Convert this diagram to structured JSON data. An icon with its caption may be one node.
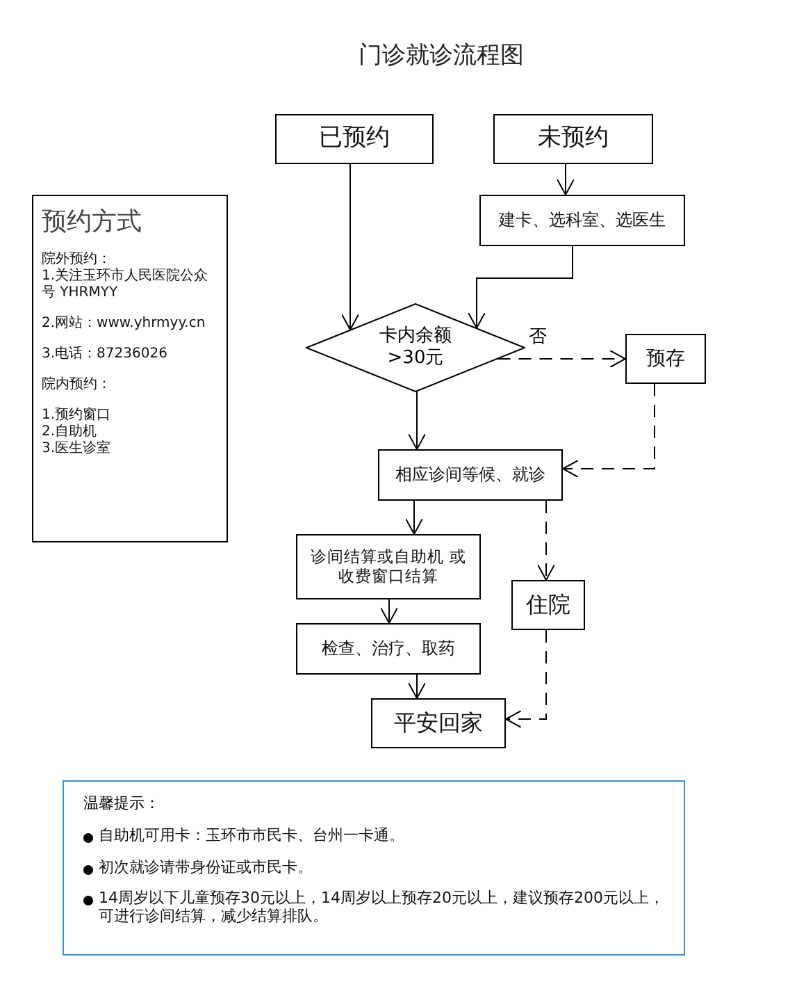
{
  "diagram": {
    "title": "门诊就诊流程图",
    "nodes": [
      {
        "text": [
          "已预约"
        ]
      },
      {
        "text": [
          "未预约"
        ]
      },
      {
        "text": [
          "建卡、选科室、选医生"
        ]
      },
      {
        "text": [
          "卡内余额 >30元"
        ]
      },
      {
        "text": [
          "预存"
        ]
      },
      {
        "text": [
          "相应诊间等候、就诊"
        ]
      },
      {
        "text": [
          "诊间结算或自助机 或收费窗口结算"
        ]
      },
      {
        "text": [
          "检查、治疗、取药"
        ]
      },
      {
        "text": [
          "住院"
        ]
      },
      {
        "text": [
          "平安回家"
        ]
      },
      {
        "text": [
          "预约方式",
          "院外预约：",
          "1.关注玉环市人民医院公众号 YHRMYY",
          "2.网站：www.yhrmyy.cn",
          "3.电话：87236026",
          "院内预约：",
          "1.预约窗口",
          "2.自助机",
          "3.医生诊室"
        ]
      },
      {
        "text": [
          "温馨提示：",
          "自助机可用卡：玉环市市民卡、台州一卡通。",
          "初次就诊请带身份证或市民卡。",
          "14周岁以下儿童预存30元以上，14周岁以上预存20元以上，建议预存200元以上，可进行诊间结算，减少结算排队。"
        ]
      }
    ],
    "edges": [
      {
        "from": 0,
        "to": 3,
        "arrow": "to"
      },
      {
        "from": 1,
        "to": 2,
        "arrow": "to"
      },
      {
        "from": 2,
        "to": 3,
        "arrow": "to"
      },
      {
        "from": 3,
        "to": 4,
        "arrow": "to",
        "style": "dashed",
        "label": "否"
      },
      {
        "from": 4,
        "to": 5,
        "arrow": "to",
        "style": "dashed"
      },
      {
        "from": 3,
        "to": 5,
        "arrow": "to"
      },
      {
        "from": 5,
        "to": 8,
        "arrow": "to",
        "style": "dashed"
      },
      {
        "from": 5,
        "to": 6,
        "arrow": "to"
      },
      {
        "from": 6,
        "to": 7,
        "arrow": "to"
      },
      {
        "from": 7,
        "to": 9,
        "arrow": "to"
      },
      {
        "from": 8,
        "to": 9,
        "arrow": "to",
        "style": "dashed"
      }
    ]
  }
}
